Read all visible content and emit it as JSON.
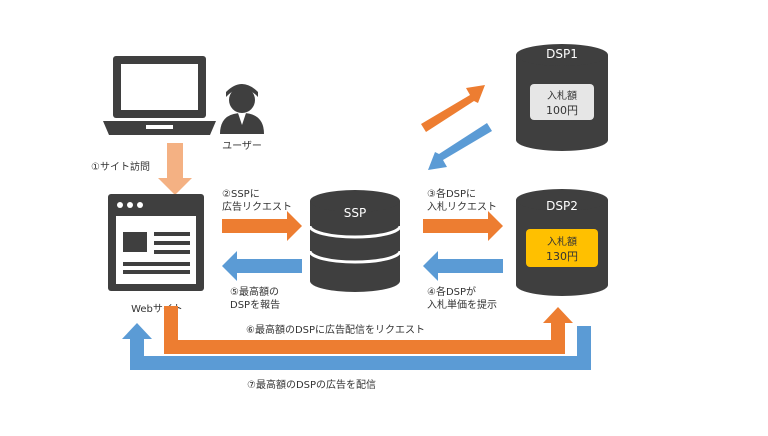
{
  "colors": {
    "orange": "#ED7D31",
    "blue": "#5B9BD5",
    "peach": "#F4B183",
    "dark": "#3F3F3F",
    "gold": "#FFC000",
    "light_gray": "#E6E6E6"
  },
  "icons": {
    "laptop": "laptop-icon",
    "user": "user-icon",
    "website": "browser-window-icon",
    "database": "database-icon"
  },
  "nodes": {
    "user_label": "ユーザー",
    "website_label": "Webサイト",
    "ssp_label": "SSP",
    "dsp1": {
      "name": "DSP1",
      "bid_label": "入札額",
      "bid_value": "100円"
    },
    "dsp2": {
      "name": "DSP2",
      "bid_label": "入札額",
      "bid_value": "130円"
    }
  },
  "steps": {
    "s1": "①サイト訪問",
    "s2_line1": "②SSPに",
    "s2_line2": "広告リクエスト",
    "s3_line1": "③各DSPに",
    "s3_line2": "入札リクエスト",
    "s4_line1": "④各DSPが",
    "s4_line2": "入札単価を提示",
    "s5_line1": "⑤最高額の",
    "s5_line2": "DSPを報告",
    "s6": "⑥最高額のDSPに広告配信をリクエスト",
    "s7": "⑦最高額のDSPの広告を配信"
  }
}
